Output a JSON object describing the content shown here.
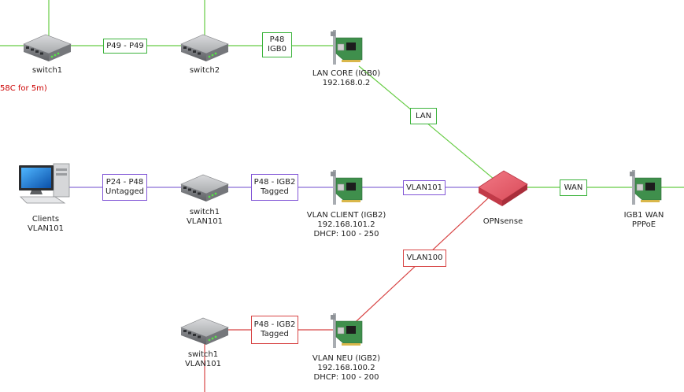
{
  "colors": {
    "lan": "#66cc44",
    "vlan101": "#8a6fd6",
    "vlan100": "#d84545",
    "router": "#e05060"
  },
  "alert": {
    "text": "58C for 5m)"
  },
  "devices": {
    "switch1_top": {
      "lines": [
        "switch1"
      ]
    },
    "switch2_top": {
      "lines": [
        "switch2"
      ]
    },
    "lan_core": {
      "lines": [
        "LAN CORE (IGB0)",
        "192.168.0.2"
      ]
    },
    "clients": {
      "lines": [
        "Clients",
        "VLAN101"
      ]
    },
    "switch1_mid": {
      "lines": [
        "switch1",
        "VLAN101"
      ]
    },
    "vlan_client": {
      "lines": [
        "VLAN CLIENT (IGB2)",
        "192.168.101.2",
        "DHCP: 100 - 250"
      ]
    },
    "opnsense": {
      "lines": [
        "OPNsense"
      ]
    },
    "igb1_wan": {
      "lines": [
        "IGB1 WAN",
        "PPPoE"
      ]
    },
    "switch1_bot": {
      "lines": [
        "switch1",
        "VLAN101"
      ]
    },
    "vlan_neu": {
      "lines": [
        "VLAN NEU (IGB2)",
        "192.168.100.2",
        "DHCP: 100 - 200"
      ]
    }
  },
  "links": {
    "p49_p49": {
      "lines": [
        "P49 - P49"
      ]
    },
    "p48_igb0": {
      "lines": [
        "P48",
        "IGB0"
      ]
    },
    "lan": {
      "lines": [
        "LAN"
      ]
    },
    "p24_p48": {
      "lines": [
        "P24 - P48",
        "Untagged"
      ]
    },
    "p48_igb2_mid": {
      "lines": [
        "P48 - IGB2",
        "Tagged"
      ]
    },
    "vlan101": {
      "lines": [
        "VLAN101"
      ]
    },
    "wan": {
      "lines": [
        "WAN"
      ]
    },
    "vlan100": {
      "lines": [
        "VLAN100"
      ]
    },
    "p48_igb2_bot": {
      "lines": [
        "P48 - IGB2",
        "Tagged"
      ]
    }
  }
}
